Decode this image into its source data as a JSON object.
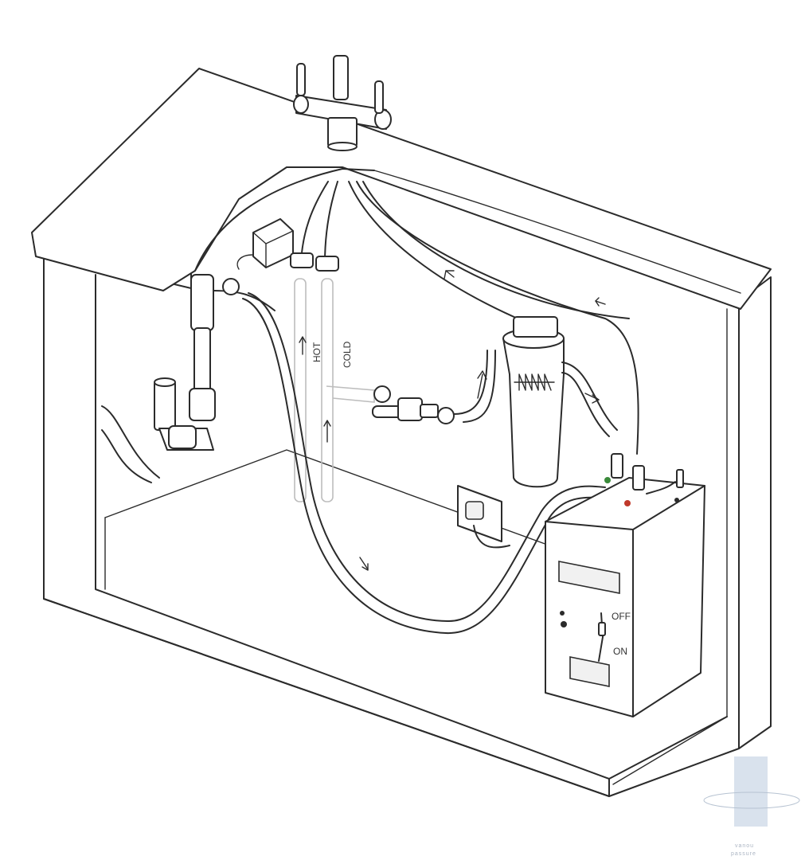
{
  "diagram": {
    "labels": {
      "hot": "HOT",
      "cold": "COLD",
      "off": "OFF",
      "on": "ON"
    },
    "watermark": {
      "line1": "vanou",
      "line2": "passure"
    },
    "colors": {
      "indicator_green": "#3a8a3a",
      "indicator_red": "#c0392b",
      "watermark": "#c9d6e6"
    }
  }
}
